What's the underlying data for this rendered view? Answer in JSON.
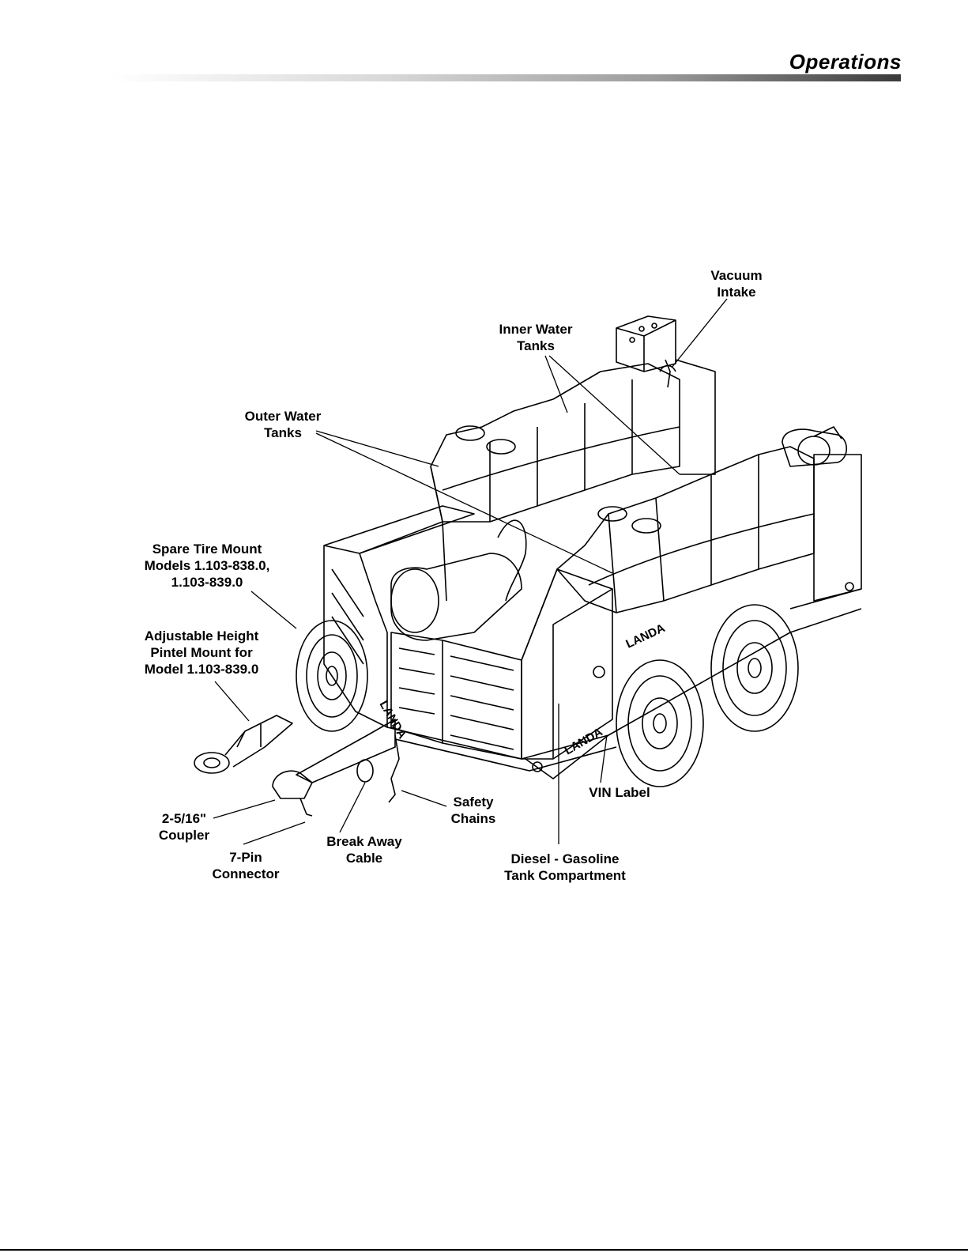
{
  "header": {
    "title": "Operations"
  },
  "figure": {
    "callouts": {
      "vacuum_intake": "Vacuum\nIntake",
      "inner_water_tanks": "Inner Water\nTanks",
      "outer_water_tanks": "Outer Water\nTanks",
      "spare_tire_mount": "Spare Tire Mount\nModels 1.103-838.0,\n1.103-839.0",
      "adjustable_height": "Adjustable Height\nPintel Mount for\nModel 1.103-839.0",
      "coupler": "2-5/16\"\nCoupler",
      "seven_pin": "7-Pin\nConnector",
      "break_away": "Break Away\nCable",
      "safety_chains": "Safety\nChains",
      "vin_label": "VIN Label",
      "fuel_tank": "Diesel - Gasoline\nTank Compartment"
    },
    "brand_marks": [
      "LANDA",
      "LANDA",
      "LANDA"
    ]
  }
}
